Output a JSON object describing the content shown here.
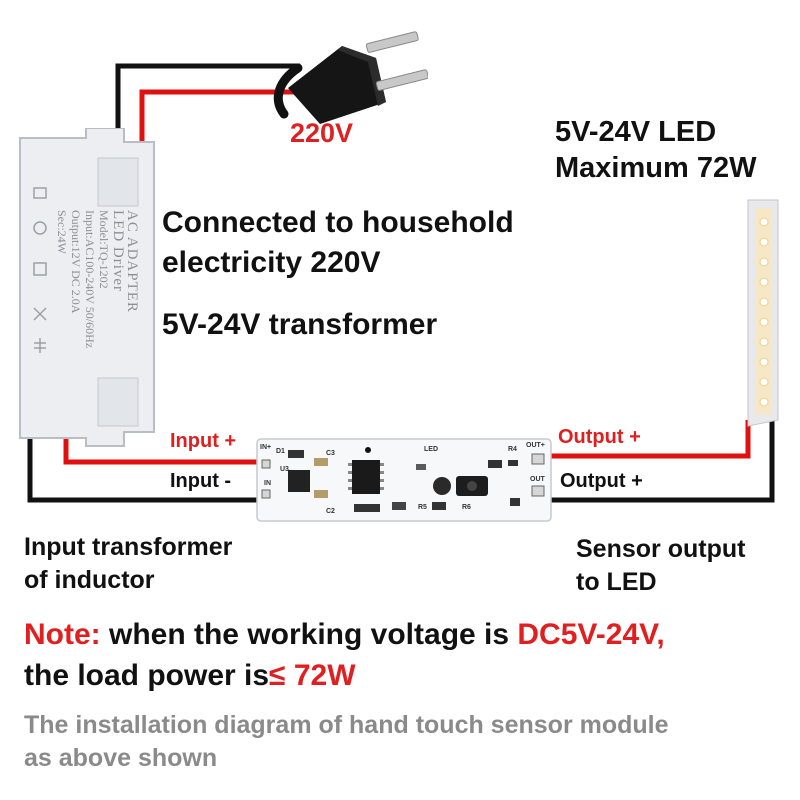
{
  "voltage_label": "220V",
  "led_spec": {
    "line1": "5V-24V LED",
    "line2": "Maximum 72W"
  },
  "household": {
    "line1": "Connected to household",
    "line2": "electricity 220V"
  },
  "transformer_label": "5V-24V transformer",
  "input_plus": "Input +",
  "input_minus": "Input -",
  "output_plus_top": "Output +",
  "output_plus_bottom": "Output +",
  "input_transformer": {
    "line1": "Input transformer",
    "line2": "of inductor"
  },
  "sensor_output": {
    "line1": "Sensor output",
    "line2": "to LED"
  },
  "note": {
    "prefix": "Note:",
    "text1": " when the working voltage is ",
    "voltage": "DC5V-24V,",
    "text2": "the load power is",
    "symbol": "≤",
    "power": " 72W"
  },
  "caption": {
    "line1": "The installation diagram of hand touch sensor module",
    "line2": "as above shown"
  },
  "adapter_print": {
    "line1": "AC ADAPTER",
    "line2": "LED Driver",
    "line3": "Model:TQ-1202",
    "line4": "Input:AC100-240V 50/60Hz",
    "line5": "Output:12V DC 2.0A",
    "line6": "Sec:24W"
  },
  "pcb_labels": {
    "in_plus": "IN+",
    "in": "IN",
    "d1": "D1",
    "u3": "U3",
    "c3": "C3",
    "c2": "C2",
    "led": "LED",
    "r4": "R4",
    "out_plus": "OUT+",
    "out": "OUT",
    "r5": "R5",
    "r6": "R6"
  },
  "colors": {
    "red_text": "#e02020",
    "caption_gray": "#8a8a8a",
    "wire_red": "#e01010",
    "wire_black": "#111111"
  }
}
